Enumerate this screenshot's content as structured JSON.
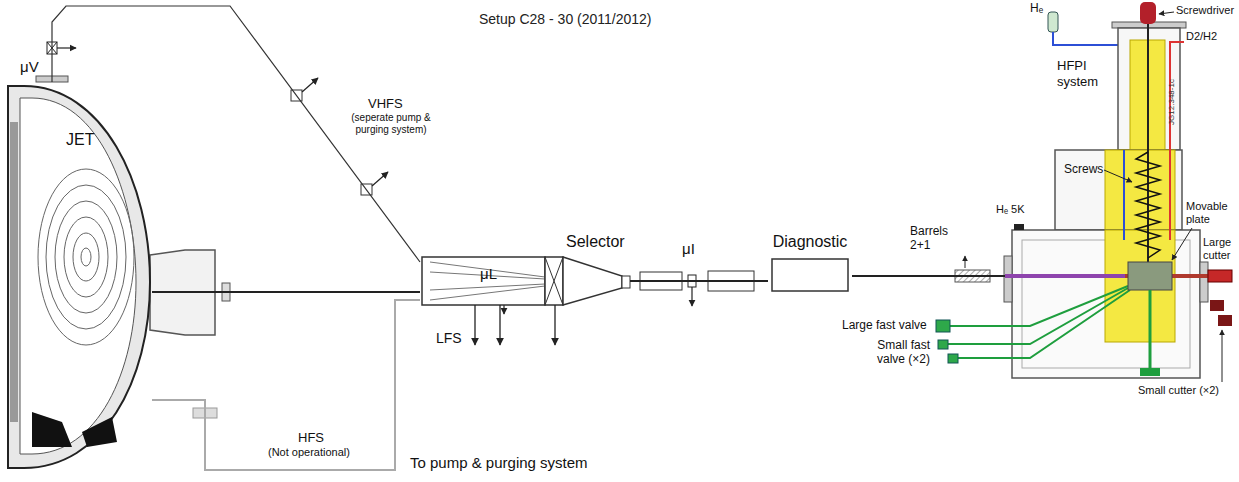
{
  "diagram": {
    "title": "Setup C28 - 30 (2011/2012)",
    "nodes": [
      {
        "text": [
          "JET"
        ]
      },
      {
        "text": [
          "Selector"
        ]
      },
      {
        "text": [
          "Diagnostic"
        ]
      },
      {
        "text": [
          "HFPI system"
        ]
      }
    ],
    "edges": [
      {
        "from": 0,
        "to": 1,
        "arrow": "none"
      },
      {
        "from": 0,
        "to": 1,
        "arrow": "none"
      },
      {
        "from": 0,
        "to": 1,
        "arrow": "none"
      },
      {
        "from": 1,
        "to": 2,
        "arrow": "none"
      },
      {
        "from": 2,
        "to": 3,
        "arrow": "none"
      }
    ],
    "labels": [
      "VHFS",
      "(seperate pump & purging system)",
      "μV",
      "μL",
      "LFS",
      "HFS",
      "(Not operational)",
      "To pump & purging system",
      "μI",
      "Hₑ",
      "Screwdriver",
      "D2/H2",
      "JG12.348-1c",
      "Hₑ 5K",
      "Screws",
      "Movable plate",
      "Barrels 2+1",
      "Large cutter",
      "Large fast valve",
      "Small fast valve (×2)",
      "Small cutter (×2)"
    ]
  }
}
